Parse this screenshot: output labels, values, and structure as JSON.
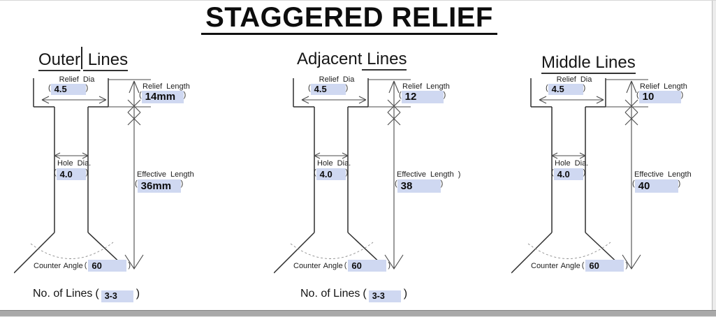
{
  "title": "STAGGERED RELIEF",
  "punct": {
    "open": "(",
    "close": ")"
  },
  "panels": [
    {
      "heading_part1": "Outer",
      "heading_part2": " Lines",
      "relief_dia_label": "Relief Dia",
      "relief_dia_value": "4.5",
      "relief_length_label": "Relief Length",
      "relief_length_value": "14mm",
      "hole_dia_label": "Hole Dia.",
      "hole_dia_value": "4.0",
      "effective_length_label": "Effective Length",
      "effective_length_suffix": "",
      "effective_length_value": "36mm",
      "counter_angle_label": "Counter Angle",
      "counter_angle_value": "60",
      "no_of_lines_label": "No. of Lines",
      "no_of_lines_value": "3-3"
    },
    {
      "heading_part1": "Adjacent",
      "heading_part2": " Lines",
      "relief_dia_label": "Relief Dia",
      "relief_dia_value": "4.5",
      "relief_length_label": "Relief Length",
      "relief_length_value": "12",
      "hole_dia_label": "Hole Dia.",
      "hole_dia_value": "4.0",
      "effective_length_label": "Effective Length",
      "effective_length_suffix": ")",
      "effective_length_value": "38",
      "counter_angle_label": "Counter Angle",
      "counter_angle_value": "60",
      "no_of_lines_label": "No. of Lines",
      "no_of_lines_value": "3-3"
    },
    {
      "heading_part1": "Middle Lines",
      "heading_part2": "",
      "relief_dia_label": "Relief Dia",
      "relief_dia_value": "4.5",
      "relief_length_label": "Relief Length",
      "relief_length_value": "10",
      "hole_dia_label": "Hole Dia.",
      "hole_dia_value": "4.0",
      "effective_length_label": "Effective Length",
      "effective_length_suffix": "",
      "effective_length_value": "40",
      "counter_angle_label": "Counter Angle",
      "counter_angle_value": "60"
    }
  ]
}
